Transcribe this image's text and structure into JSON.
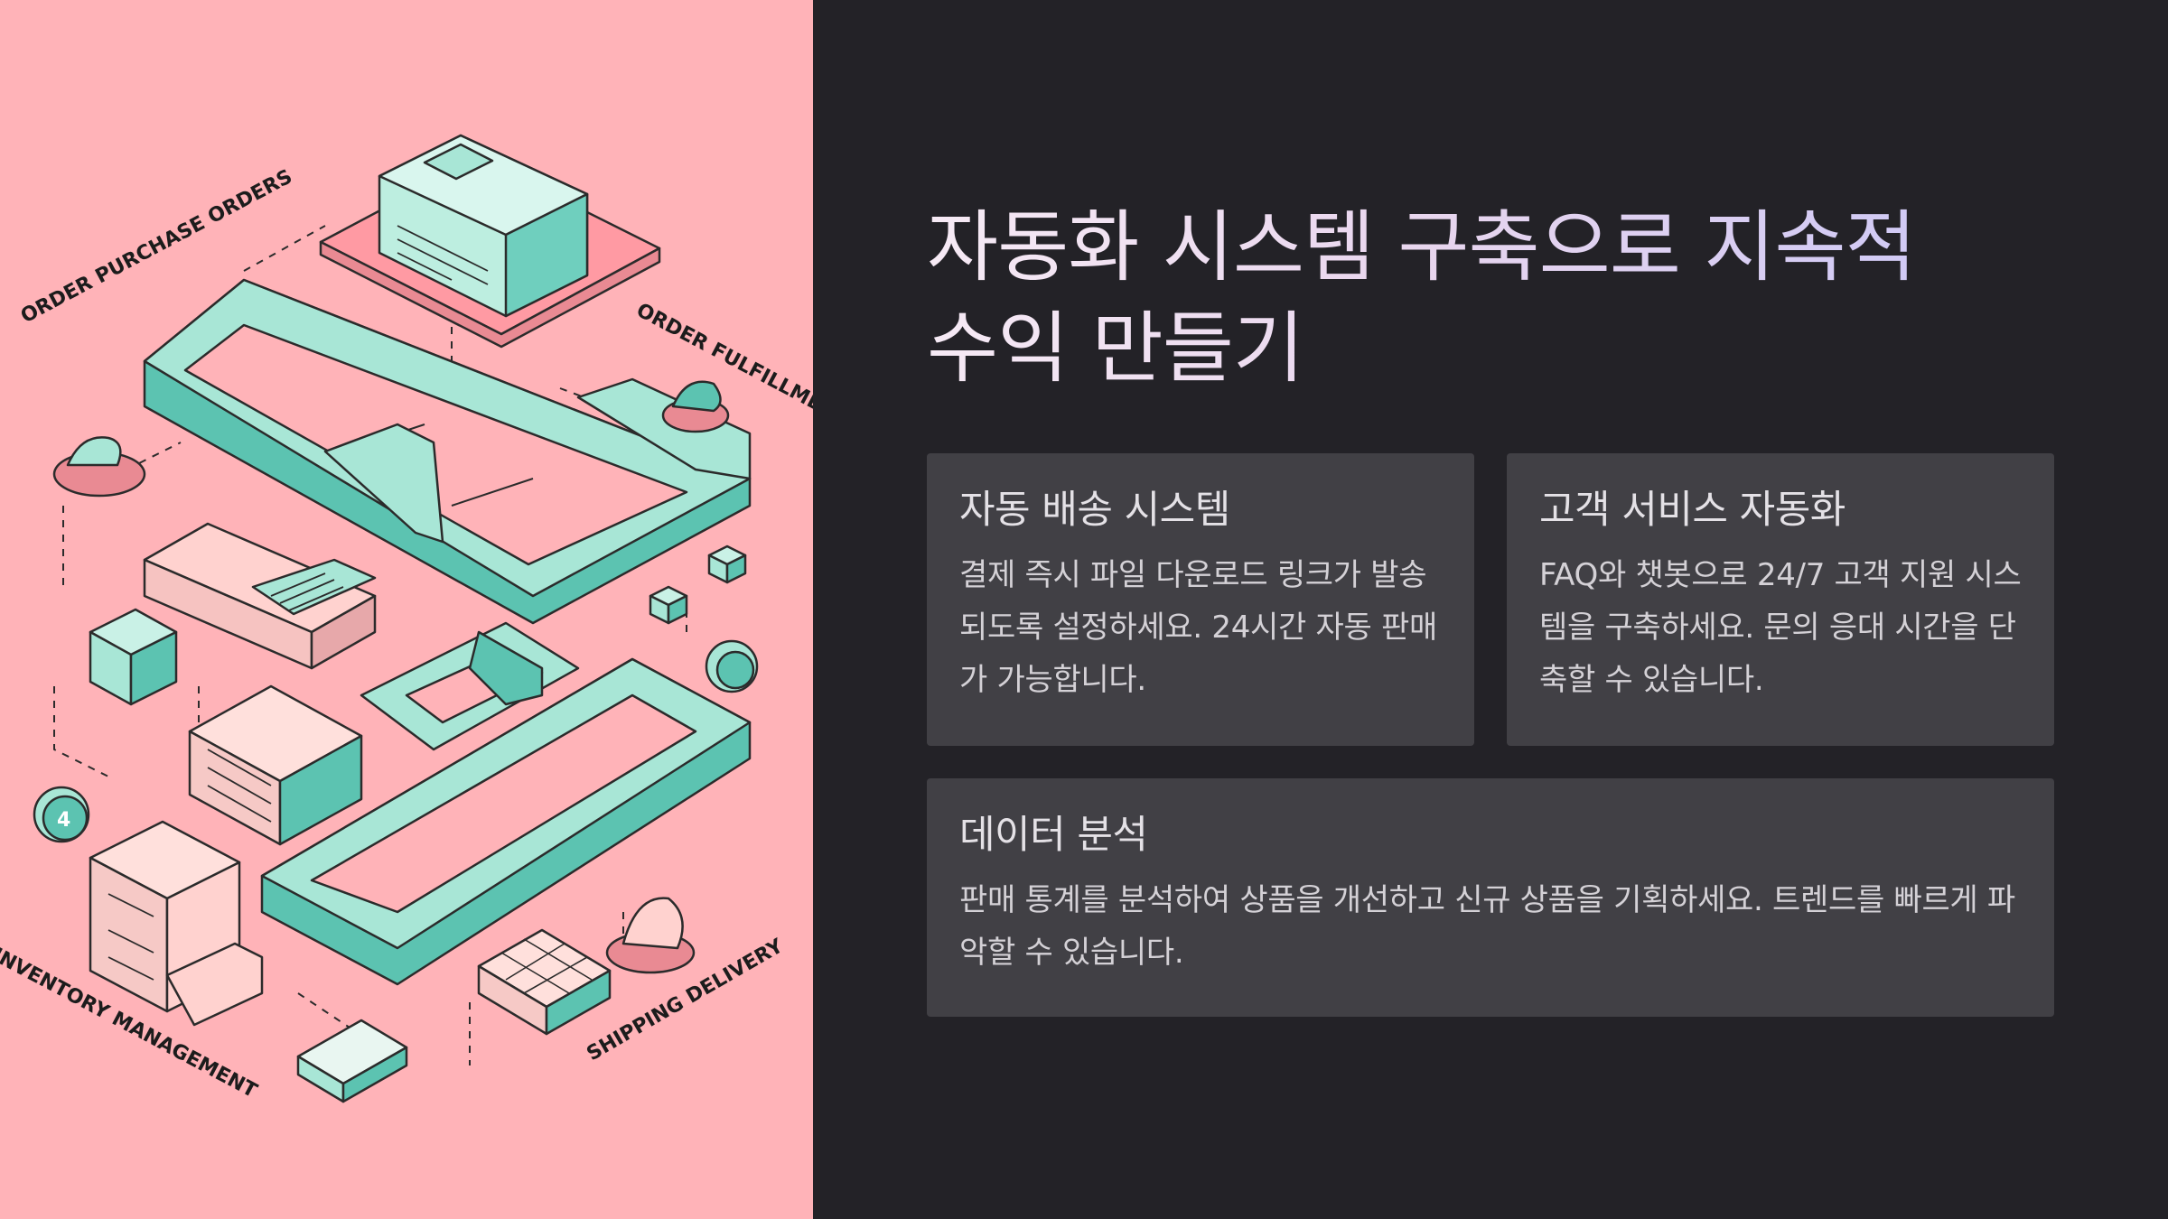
{
  "illustration": {
    "labels": {
      "order_purchase": "ORDER PURCHASE ORDERS",
      "order_fulfillment": "ORDER FULFILLMENT",
      "inventory": "INVENTORY MANAGEMENT",
      "shipping": "SHIPPING DELIVERY",
      "badge_number": "4"
    }
  },
  "slide": {
    "title": "자동화 시스템 구축으로 지속적 수익 만들기",
    "cards": [
      {
        "heading": "자동 배송 시스템",
        "text": "결제 즉시 파일 다운로드 링크가 발송되도록 설정하세요. 24시간 자동 판매가 가능합니다."
      },
      {
        "heading": "고객 서비스 자동화",
        "text": "FAQ와 챗봇으로 24/7 고객 지원 시스템을 구축하세요. 문의 응대 시간을 단축할 수 있습니다."
      },
      {
        "heading": "데이터 분석",
        "text": "판매 통계를 분석하여 상품을 개선하고 신규 상품을 기획하세요. 트렌드를 빠르게 파악할 수 있습니다."
      }
    ]
  },
  "colors": {
    "background": "#232227",
    "illustration_background": "#ffb3b8",
    "card_background": "#414045",
    "teal": "#a8e6d6",
    "teal_dark": "#5cc3b1"
  }
}
